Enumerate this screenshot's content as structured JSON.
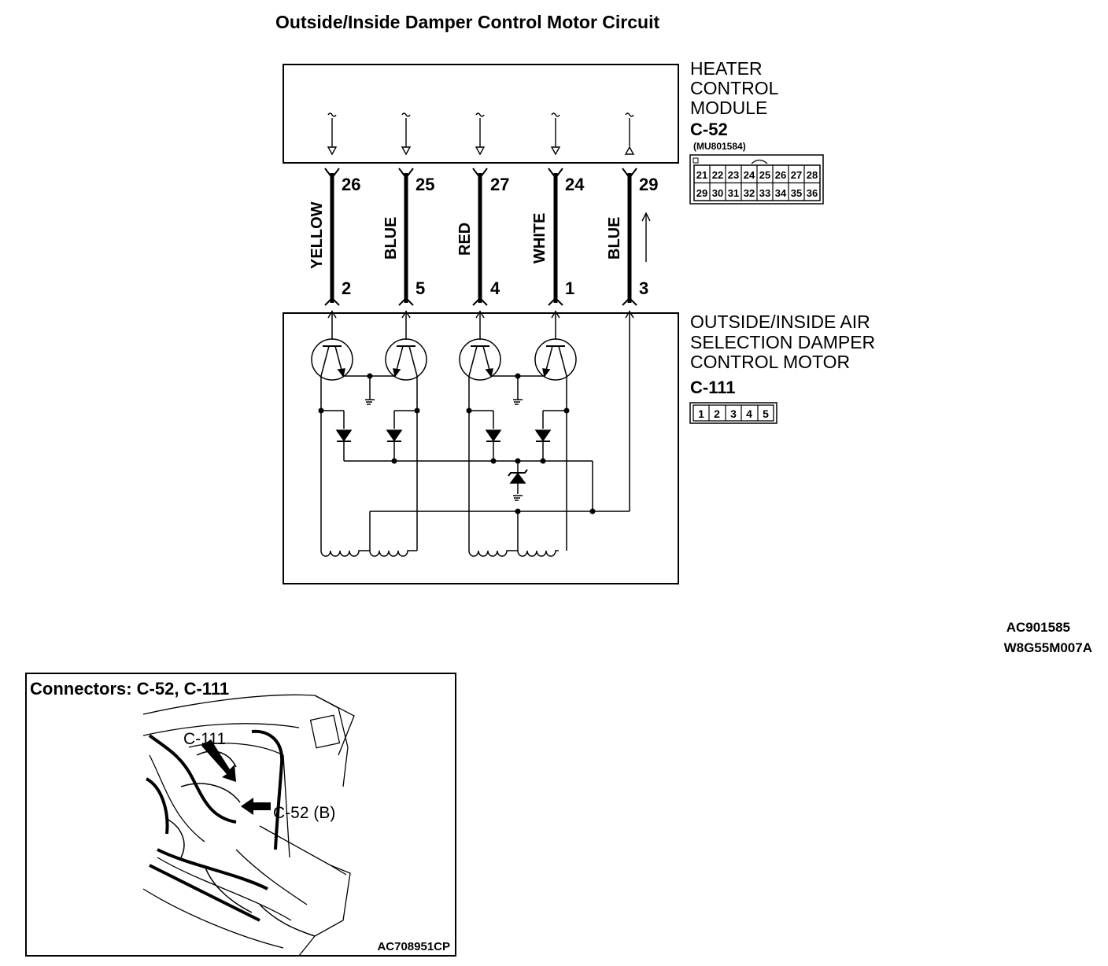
{
  "title": "Outside/Inside Damper Control Motor Circuit",
  "heater_module": {
    "label_lines": [
      "HEATER",
      "CONTROL",
      "MODULE"
    ],
    "connector": "C-52",
    "part_number": "(MU801584)",
    "pin_rows": [
      [
        "21",
        "22",
        "23",
        "24",
        "25",
        "26",
        "27",
        "28"
      ],
      [
        "29",
        "30",
        "31",
        "32",
        "33",
        "34",
        "35",
        "36"
      ]
    ]
  },
  "motor": {
    "label_lines": [
      "OUTSIDE/INSIDE AIR",
      "SELECTION DAMPER",
      "CONTROL MOTOR"
    ],
    "connector": "C-111",
    "pins": [
      "1",
      "2",
      "3",
      "4",
      "5"
    ]
  },
  "wires": [
    {
      "color": "YELLOW",
      "module_pin": "26",
      "motor_pin": "2"
    },
    {
      "color": "BLUE",
      "module_pin": "25",
      "motor_pin": "5"
    },
    {
      "color": "RED",
      "module_pin": "27",
      "motor_pin": "4"
    },
    {
      "color": "WHITE",
      "module_pin": "24",
      "motor_pin": "1"
    },
    {
      "color": "BLUE",
      "module_pin": "29",
      "motor_pin": "3"
    }
  ],
  "codes": {
    "circuit_code": "AC901585",
    "diagram_code": "W8G55M007A"
  },
  "locator": {
    "title": "Connectors: C-52, C-111",
    "callout_c111": "C-111",
    "callout_c52": "C-52 (B)",
    "image_code": "AC708951CP"
  }
}
